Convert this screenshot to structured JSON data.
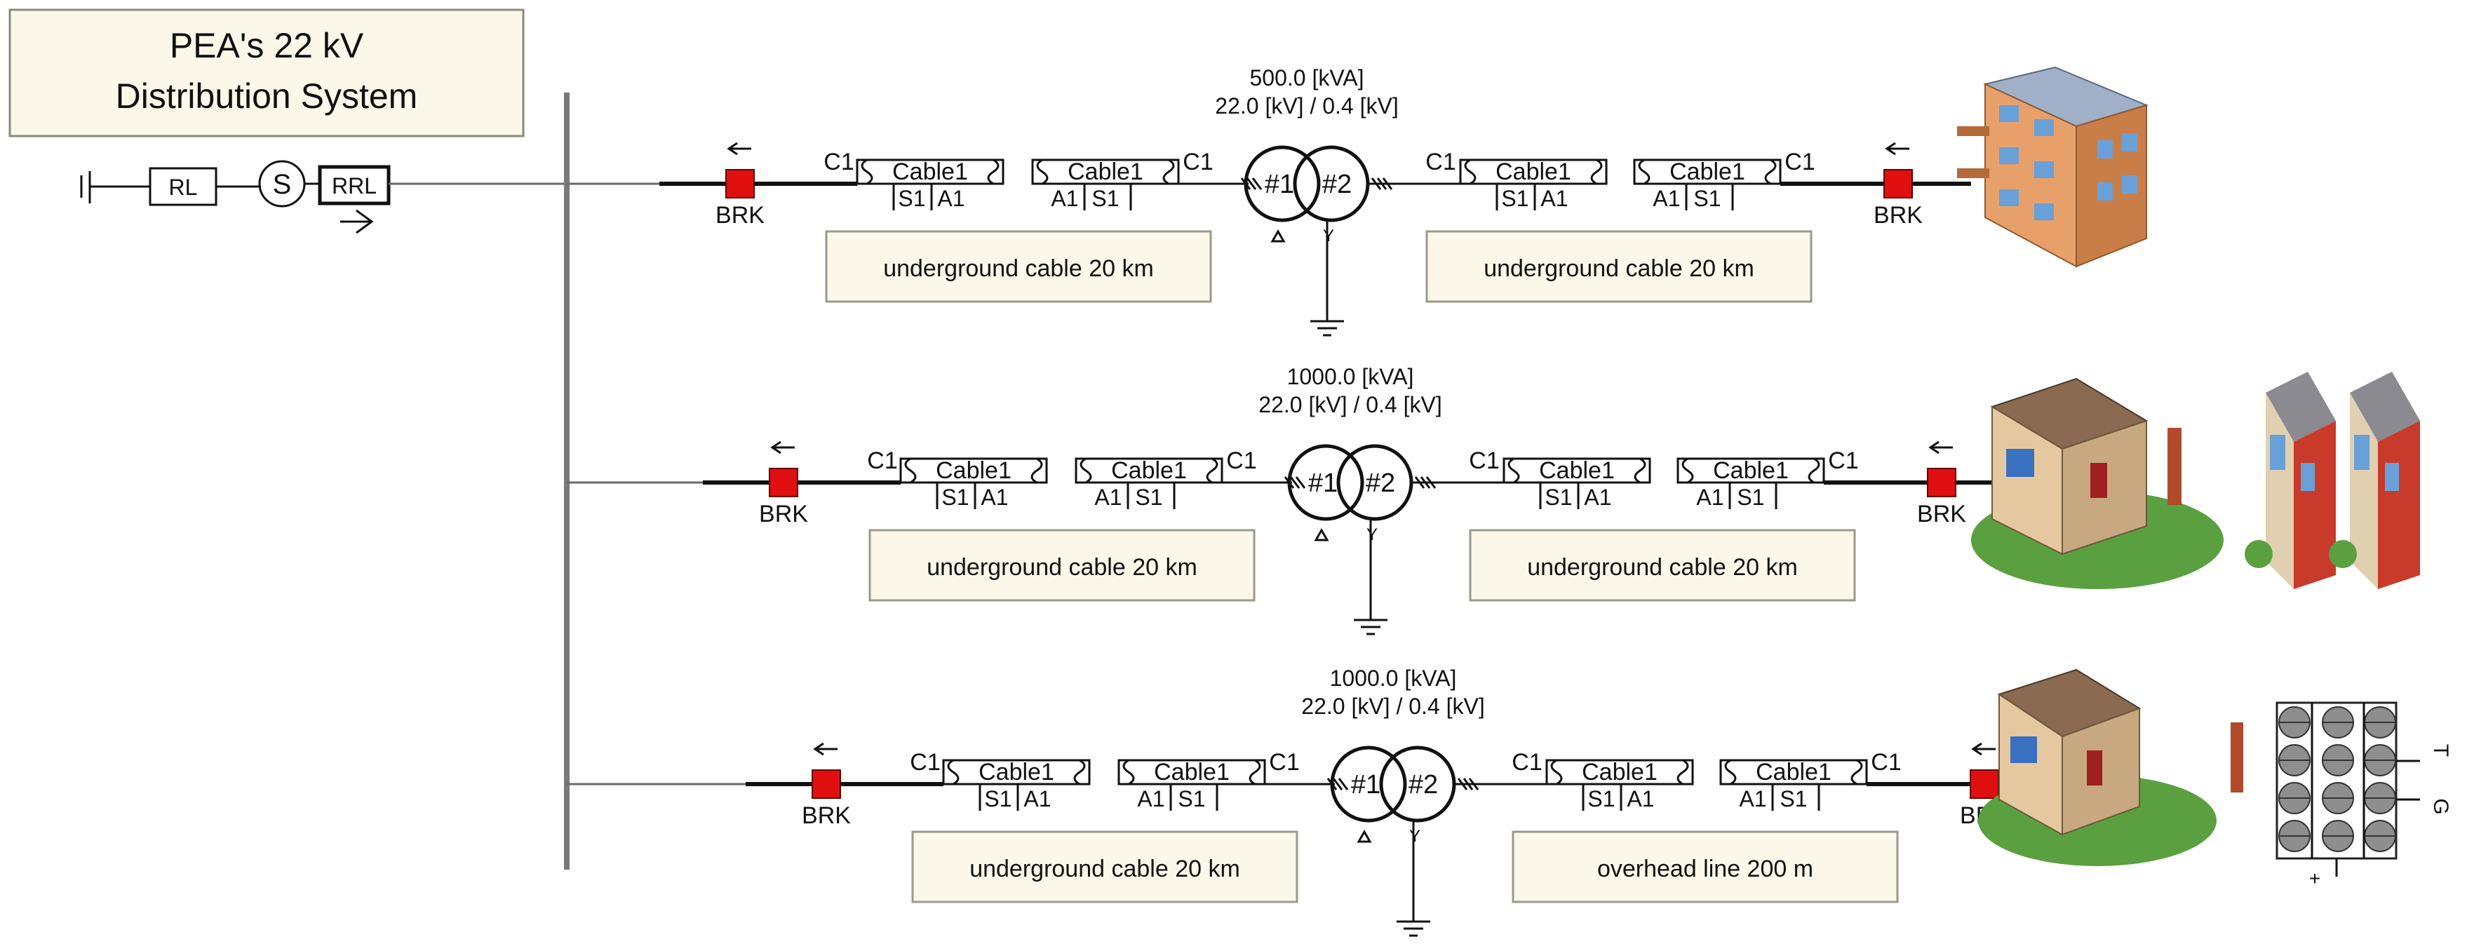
{
  "title": {
    "line1": "PEA's 22 kV",
    "line2": "Distribution System"
  },
  "source": {
    "rl_label": "RL",
    "src_label": "S",
    "rrl_label": "RRL"
  },
  "feeders": [
    {
      "rating": "500.0 [kVA]",
      "voltage": "22.0 [kV] / 0.4 [kV]",
      "brk_left": "BRK",
      "brk_right": "BRK",
      "c1_label": "C1",
      "cable_label": "Cable1",
      "s1": "S1",
      "a1": "A1",
      "primary": "#1",
      "secondary": "#2",
      "desc_left": "underground cable 20 km",
      "desc_right": "underground cable 20 km",
      "load": "building"
    },
    {
      "rating": "1000.0 [kVA]",
      "voltage": "22.0 [kV] / 0.4 [kV]",
      "brk_left": "BRK",
      "brk_right": "BRK",
      "c1_label": "C1",
      "cable_label": "Cable1",
      "s1": "S1",
      "a1": "A1",
      "primary": "#1",
      "secondary": "#2",
      "desc_left": "underground cable 20 km",
      "desc_right": "underground cable 20 km",
      "load": "houses"
    },
    {
      "rating": "1000.0 [kVA]",
      "voltage": "22.0 [kV] / 0.4 [kV]",
      "brk_left": "BRK",
      "brk_right": "BRK",
      "c1_label": "C1",
      "cable_label": "Cable1",
      "s1": "S1",
      "a1": "A1",
      "primary": "#1",
      "secondary": "#2",
      "desc_left": "underground cable 20 km",
      "desc_right": "overhead line 200 m",
      "load": "house-pv"
    }
  ],
  "pv": {
    "t_label": "T",
    "g_label": "G",
    "plus": "+"
  },
  "colors": {
    "breaker": "#e01010",
    "note_bg": "#fbf8ea",
    "bus": "#6a6a6a"
  }
}
